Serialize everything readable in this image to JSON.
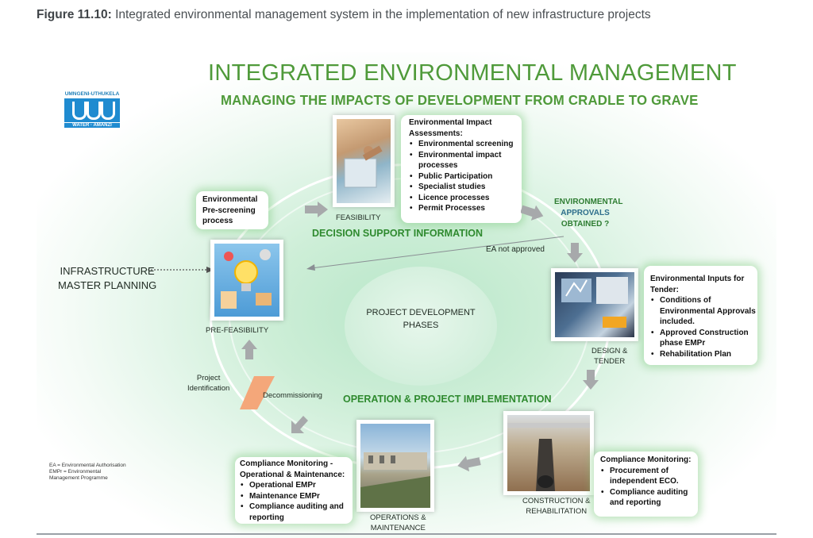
{
  "caption": {
    "bold": "Figure 11.10:",
    "text": " Integrated environmental management system in the implementation of new infrastructure projects"
  },
  "title": "INTEGRATED ENVIRONMENTAL MANAGEMENT",
  "subtitle": "MANAGING THE IMPACTS OF DEVELOPMENT FROM CRADLE TO GRAVE",
  "logo": {
    "top": "UMNGENI-UTHUKELA",
    "bottom": "WATER · AMANZI"
  },
  "infra": {
    "line1": "INFRASTRUCTURE",
    "line2": "MASTER PLANNING"
  },
  "center": {
    "line1": "PROJECT DEVELOPMENT",
    "line2": "PHASES"
  },
  "sections": {
    "decision": "DECISION SUPPORT INFORMATION",
    "operation": "OPERATION & PROJECT IMPLEMENTATION"
  },
  "phases": {
    "feasibility": "FEASIBILITY",
    "prefeasibility": "PRE-FEASIBILITY",
    "design1": "DESIGN &",
    "design2": "TENDER",
    "construction1": "CONSTRUCTION &",
    "construction2": "REHABILITATION",
    "operations1": "OPERATIONS &",
    "operations2": "MAINTENANCE",
    "project1": "Project",
    "project2": "Identification",
    "decommissioning": "Decommissioning"
  },
  "approvals": {
    "l1": "ENVIRONMENTAL",
    "l2": "APPROVALS",
    "l3": "OBTAINED ?"
  },
  "ea_not_approved": "EA not approved",
  "boxes": {
    "prescreen": {
      "l1": "Environmental",
      "l2": "Pre-screening",
      "l3": "process"
    },
    "eia": {
      "title1": "Environmental Impact",
      "title2": "Assessments:",
      "items": [
        "Environmental screening",
        "Environmental impact",
        "processes",
        "Public Participation",
        "Specialist studies",
        "Licence processes",
        "Permit Processes"
      ]
    },
    "tender": {
      "title1": "Environmental Inputs for",
      "title2": "Tender:",
      "items": [
        "Conditions of",
        "Environmental Approvals",
        "included.",
        "Approved Construction",
        "phase EMPr",
        "Rehabilitation Plan"
      ]
    },
    "construction": {
      "title": "Compliance Monitoring:",
      "items": [
        "Procurement of",
        "independent ECO.",
        "Compliance auditing",
        "and reporting"
      ]
    },
    "operations": {
      "title1": "Compliance Monitoring -",
      "title2": "Operational & Maintenance:",
      "items": [
        "Operational EMPr",
        "Maintenance EMPr",
        "Compliance auditing and",
        "reporting"
      ]
    }
  },
  "legend": {
    "l1": "EA = Environmental Authorisation",
    "l2": "EMPr = Environmental",
    "l3": "Management Programme"
  },
  "colors": {
    "green_title": "#4f9a3a",
    "section_green": "#2f8a2f",
    "arrow_gray": "#a7a9ab",
    "decommission_orange": "#f4a77a",
    "logo_blue": "#1f8bd0"
  }
}
